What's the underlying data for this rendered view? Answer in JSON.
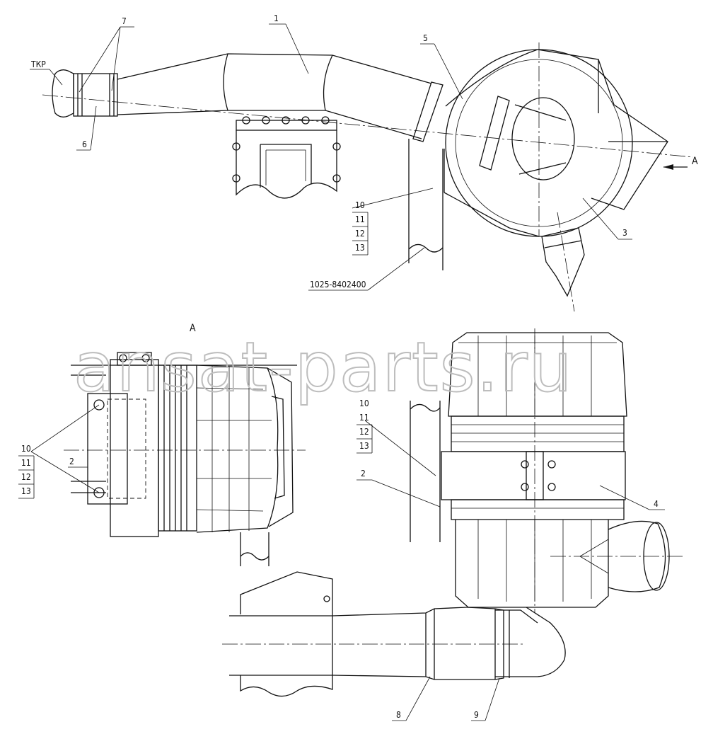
{
  "drawing": {
    "view_marker": "A",
    "view_title": "A",
    "part_number": "1025-8402400",
    "turbo_label": "ТКР",
    "watermark": "ansat-parts.ru",
    "callouts": {
      "c1": "1",
      "c2a": "2",
      "c2b": "2",
      "c3": "3",
      "c4": "4",
      "c5": "5",
      "c6": "6",
      "c7": "7",
      "c8": "8",
      "c9": "9"
    },
    "stacks": {
      "s1": [
        "10",
        "11",
        "12",
        "13"
      ],
      "s2": [
        "10",
        "11",
        "12",
        "13"
      ],
      "s3": [
        "10",
        "11",
        "12",
        "13"
      ]
    }
  }
}
